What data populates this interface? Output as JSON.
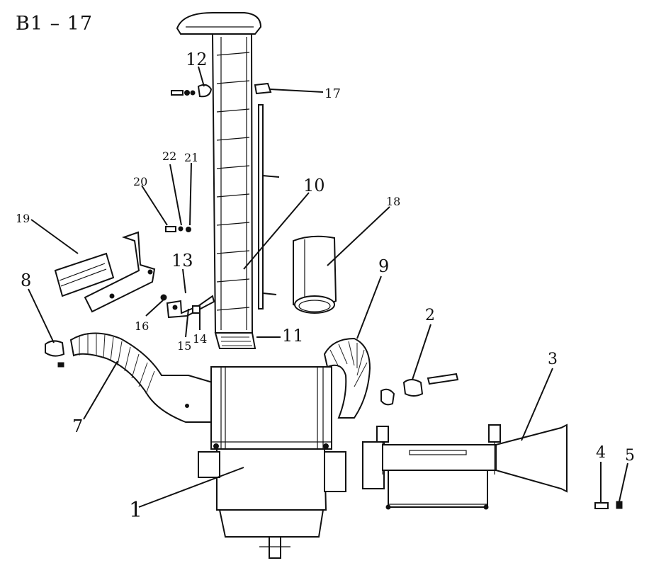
{
  "title": "B1 – 17",
  "callouts": {
    "c1": "1",
    "c2": "2",
    "c3": "3",
    "c4": "4",
    "c5": "5",
    "c7": "7",
    "c8": "8",
    "c9": "9",
    "c10": "10",
    "c11": "11",
    "c12": "12",
    "c13": "13",
    "c14": "14",
    "c15": "15",
    "c16": "16",
    "c17": "17",
    "c18": "18",
    "c19": "19",
    "c20": "20",
    "c21": "21",
    "c22": "22"
  }
}
